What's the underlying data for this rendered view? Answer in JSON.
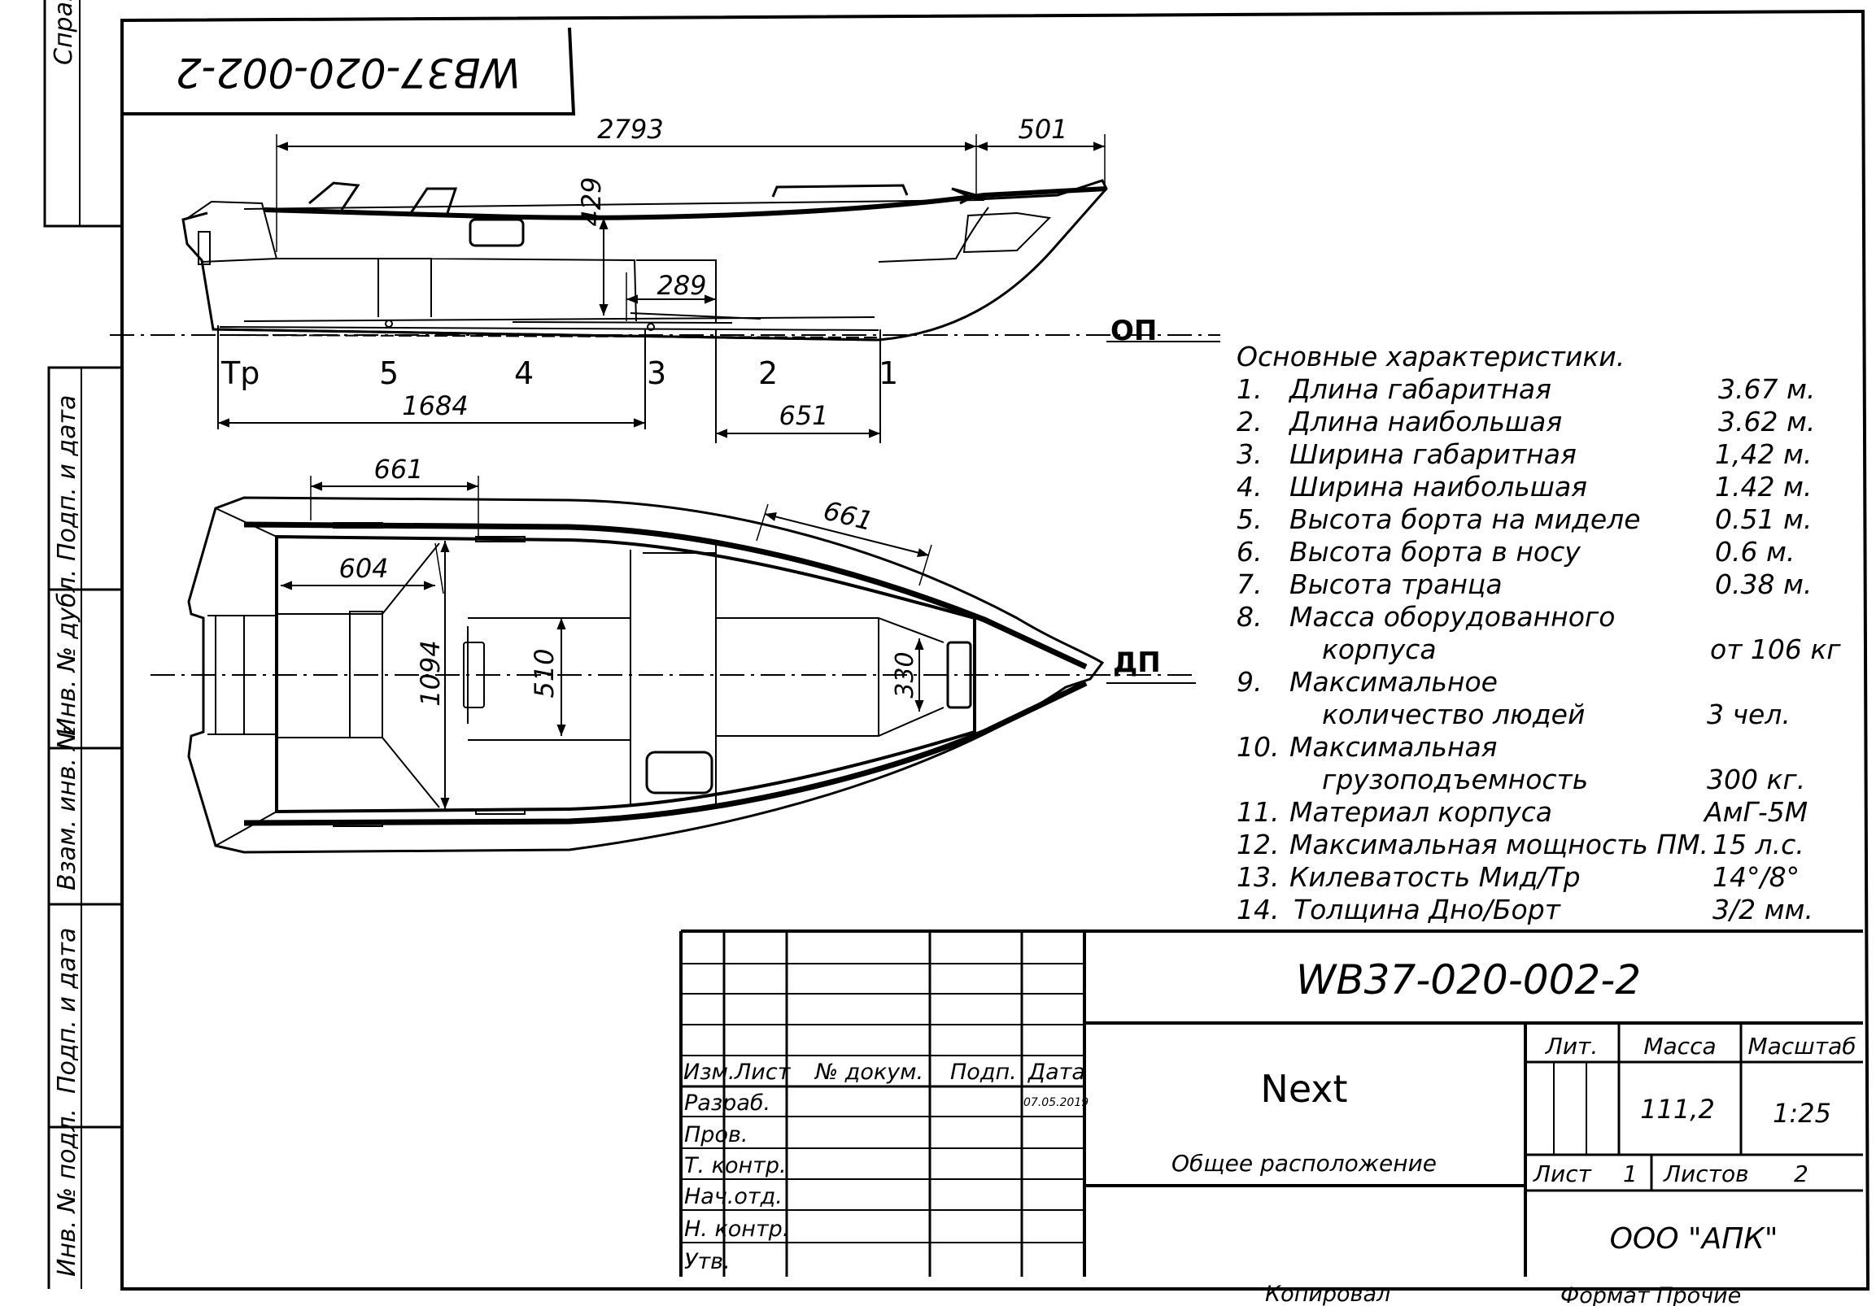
{
  "stamp_code_mirrored": "WB37-020-002-2",
  "left_strip": {
    "sprav": "Справ. №",
    "podp_data_1": "Подп. и дата",
    "inv_dubl": "Инв. № дубл.",
    "vzam_inv": "Взам. инв. №",
    "podp_data_2": "Подп. и дата",
    "inv_podl": "Инв. № подл."
  },
  "side_view": {
    "dim_top_length": "2793",
    "dim_bow": "501",
    "dim_height": "429",
    "dim_289": "289",
    "waterline_label": "ОП",
    "stations": [
      "Тр",
      "5",
      "4",
      "3",
      "2",
      "1"
    ],
    "dim_1684": "1684",
    "dim_651": "651"
  },
  "plan_view": {
    "dim_661_a": "661",
    "dim_661_b": "661",
    "dim_604": "604",
    "dim_1094": "1094",
    "dim_510": "510",
    "dim_330": "330",
    "centerline_label": "ДП"
  },
  "specs": {
    "title": "Основные характеристики.",
    "items": [
      {
        "n": "1.",
        "label": "Длина габаритная",
        "value": "3.67 м."
      },
      {
        "n": "2.",
        "label": "Длина наибольшая",
        "value": "3.62 м."
      },
      {
        "n": "3.",
        "label": "Ширина габаритная",
        "value": "1,42 м."
      },
      {
        "n": "4.",
        "label": "Ширина наибольшая",
        "value": "1.42 м."
      },
      {
        "n": "5.",
        "label": "Высота борта на миделе",
        "value": "0.51 м."
      },
      {
        "n": "6.",
        "label": "Высота борта в носу",
        "value": "0.6 м."
      },
      {
        "n": "7.",
        "label": "Высота транца",
        "value": "0.38 м."
      },
      {
        "n": "8.",
        "label": "Масса оборудованного",
        "label2": "корпуса",
        "value": "от 106 кг"
      },
      {
        "n": "9.",
        "label": "Максимальное",
        "label2": "количество людей",
        "value": "3 чел."
      },
      {
        "n": "10.",
        "label": "Максимальная",
        "label2": "грузоподъемность",
        "value": "300 кг."
      },
      {
        "n": "11.",
        "label": "Материал корпуса",
        "value": "АмГ-5М"
      },
      {
        "n": "12.",
        "label": "Максимальная мощность ПМ.",
        "value": "15 л.с."
      },
      {
        "n": "13.",
        "label": "Килеватость Мид/Тр",
        "value": "14°/8°"
      },
      {
        "n": "14.",
        "label": "Толщина Дно/Борт",
        "value": "3/2 мм."
      }
    ]
  },
  "title_block": {
    "code": "WB37-020-002-2",
    "product": "Next",
    "doc_name": "Общее расположение",
    "company": "ООО \"АПК\"",
    "headers": {
      "izm": "Изм.",
      "list": "Лист",
      "doc_no": "№ докум.",
      "podp": "Подп.",
      "data": "Дата"
    },
    "rows": [
      "Разраб.",
      "Пров.",
      "Т. контр.",
      "Нач.отд.",
      "Н. контр.",
      "Утв."
    ],
    "date": "07.05.2019",
    "lit": "Лит.",
    "massa": "Масса",
    "masshtab": "Масштаб",
    "massa_value": "111,2",
    "scale_value": "1:25",
    "list_label": "Лист",
    "list_value": "1",
    "listov_label": "Листов",
    "listov_value": "2"
  },
  "footer": {
    "kopiroval": "Копировал",
    "format": "Формат Прочие"
  }
}
